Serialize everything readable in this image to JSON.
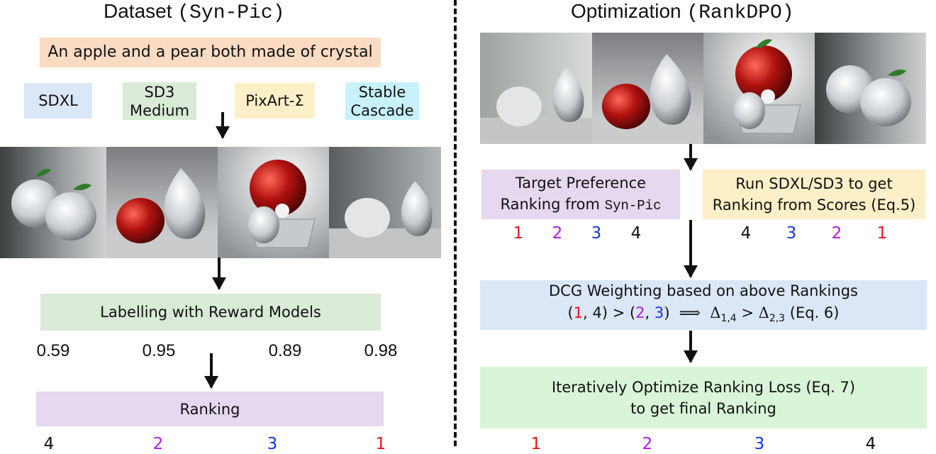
{
  "left": {
    "title": "Dataset",
    "title_code": "(Syn-Pic)",
    "prompt": "An apple and a pear both made of crystal",
    "models": [
      "SDXL",
      "SD3\nMedium",
      "PixArt-Σ",
      "Stable\nCascade"
    ],
    "reward_label": "Labelling with  Reward Models",
    "scores": [
      "0.59",
      "0.95",
      "0.89",
      "0.98"
    ],
    "ranking_label": "Ranking",
    "ranking": [
      "4",
      "2",
      "3",
      "1"
    ]
  },
  "right": {
    "title": "Optimization",
    "title_code": "(RankDPO)",
    "target_line1": "Target Preference",
    "target_line2": "Ranking from",
    "target_code": "Syn-Pic",
    "target_ranks": [
      "1",
      "2",
      "3",
      "4"
    ],
    "run_line1": "Run SDXL/SD3 to get",
    "run_line2": "Ranking from Scores (Eq.5)",
    "run_ranks": [
      "4",
      "3",
      "2",
      "1"
    ],
    "dcg_line1": "DCG Weighting based on above Rankings",
    "dcg_line2_a": "(",
    "dcg_line2_r1": "1",
    "dcg_line2_b": ", 4) > (",
    "dcg_line2_r2": "2",
    "dcg_line2_c": ", ",
    "dcg_line2_r3": "3",
    "dcg_line2_d": ")  ⟹  Δ",
    "dcg_sub1": "1,4",
    "dcg_line2_e": " > Δ",
    "dcg_sub2": "2,3",
    "dcg_line2_f": " (Eq. 6)",
    "opt_line1": "Iteratively Optimize Ranking Loss (Eq. 7)",
    "opt_line2": "to get final Ranking",
    "final_ranks": [
      "1",
      "2",
      "3",
      "4"
    ]
  },
  "colors": {
    "prompt_bg": "#fbdcc3",
    "sdxl_bg": "#dbe7f7",
    "sd3_bg": "#d9ead6",
    "pixart_bg": "#fdefc7",
    "cascade_bg": "#c7f1fb",
    "reward_bg": "#d9ead6",
    "ranking_bg": "#e6d8ef",
    "target_bg": "#e6d8ef",
    "run_bg": "#fdefc7",
    "dcg_bg": "#dbe7f7",
    "opt_bg": "#d9f5d8",
    "rank1": "#e8141a",
    "rank2": "#b515ee",
    "rank3": "#1536e6"
  }
}
